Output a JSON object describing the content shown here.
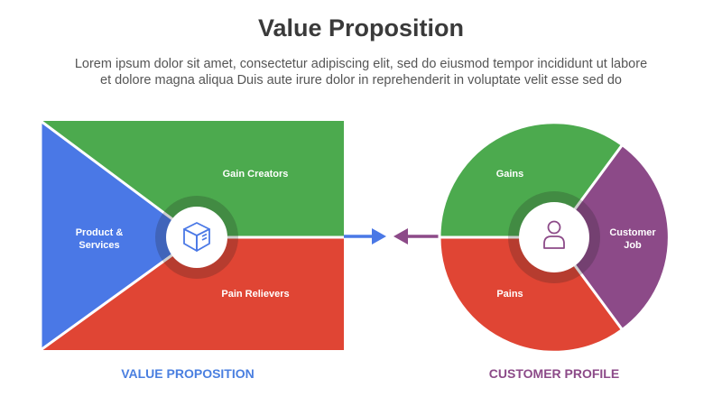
{
  "title": "Value Proposition",
  "subtitle_line1": "Lorem ipsum dolor sit amet, consectetur adipiscing elit, sed do eiusmod tempor incididunt ut labore",
  "subtitle_line2": "et dolore magna aliqua Duis aute irure dolor in reprehenderit in voluptate velit esse sed do",
  "value_map": {
    "gain_creators": "Gain Creators",
    "pain_relievers": "Pain Relievers",
    "product_line1": "Product &",
    "product_line2": "Services",
    "icon": "box-icon"
  },
  "customer_profile": {
    "gains": "Gains",
    "pains": "Pains",
    "job_line1": "Customer",
    "job_line2": "Job",
    "icon": "person-icon"
  },
  "footer": {
    "left": "VALUE PROPOSITION",
    "right": "CUSTOMER PROFILE"
  },
  "colors": {
    "green": "#4caa4e",
    "red": "#e04534",
    "blue": "#4a78e6",
    "purple": "#8c4a88",
    "blue_label": "#4a7fe0",
    "purple_label": "#8c4a88"
  }
}
